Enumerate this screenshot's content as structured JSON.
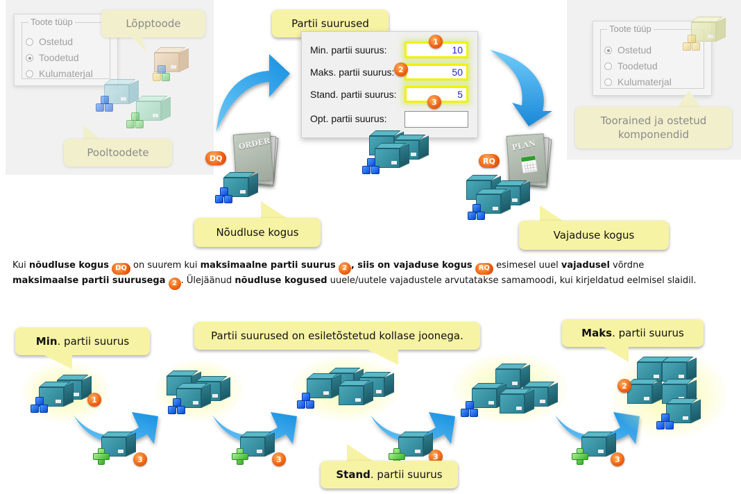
{
  "left_panel": {
    "group_title": "Toote tüüp",
    "options": [
      {
        "label": "Ostetud",
        "selected": false
      },
      {
        "label": "Toodetud",
        "selected": true
      },
      {
        "label": "Kulumaterjal",
        "selected": false
      }
    ],
    "callout_top": "Lõpptoode",
    "callout_bottom": "Pooltoodete"
  },
  "right_panel": {
    "group_title": "Toote tüüp",
    "options": [
      {
        "label": "Ostetud",
        "selected": true
      },
      {
        "label": "Toodetud",
        "selected": false
      },
      {
        "label": "Kulumaterjal",
        "selected": false
      }
    ],
    "callout_line1": "Toorained  ja ostetud",
    "callout_line2": "komponendid"
  },
  "lot_form": {
    "title": "Partii suurused",
    "rows": [
      {
        "label": "Min. partii suurus:",
        "value": "10",
        "badge": "1",
        "highlighted": true
      },
      {
        "label": "Maks. partii suurus:",
        "value": "50",
        "badge": "2",
        "highlighted": true
      },
      {
        "label": "Stand. partii suurus:",
        "value": "5",
        "badge": "3",
        "highlighted": true
      },
      {
        "label": "Opt. partii suurus:",
        "value": "",
        "badge": "",
        "highlighted": false
      }
    ]
  },
  "demand": {
    "badge": "DQ",
    "doc_title": "ORDER",
    "callout": "Nõudluse kogus"
  },
  "requirement": {
    "badge": "RQ",
    "doc_title": "PLAN",
    "callout": "Vajaduse kogus"
  },
  "paragraph": {
    "p1": "Kui ",
    "b1": "nõudluse kogus",
    "dq": "DQ",
    "p2": " on suurem kui ",
    "b2": "maksimaalne partii suurus",
    "n2a": "2",
    "p3": ", siis on ",
    "b3": "vajaduse kogus",
    "rq": "RQ",
    "p4": " esimesel uuel ",
    "b4": "vajadusel",
    "p5": " võrdne ",
    "b5": "maksimaalse partii suurusega",
    "n2b": "2",
    "p6": ". Ülejäänud ",
    "b6": "nõudluse kogused",
    "p7": " uuele/uutele  vajadustele arvutatakse samamoodi, kui kirjeldatud eelmisel slaidil."
  },
  "sequence": {
    "callout_min_bold": "Min",
    "callout_min_rest": ". partii suurus",
    "callout_middle": "Partii suurused on esiletõstetud kollase joonega.",
    "callout_max_bold": "Maks",
    "callout_max_rest": ". partii suurus",
    "callout_stand_bold": "Stand",
    "callout_stand_rest": ". partii suurus",
    "badge_min": "1",
    "badge_max": "2",
    "badge_step": "3",
    "steps_count": 4
  },
  "colors": {
    "callout_yellow": "#f7f3a4",
    "badge_orange": "#f06010",
    "arrow_blue": "#2aa0e8",
    "highlight_yellow": "#f2f200",
    "field_value_blue": "#2020d0"
  }
}
